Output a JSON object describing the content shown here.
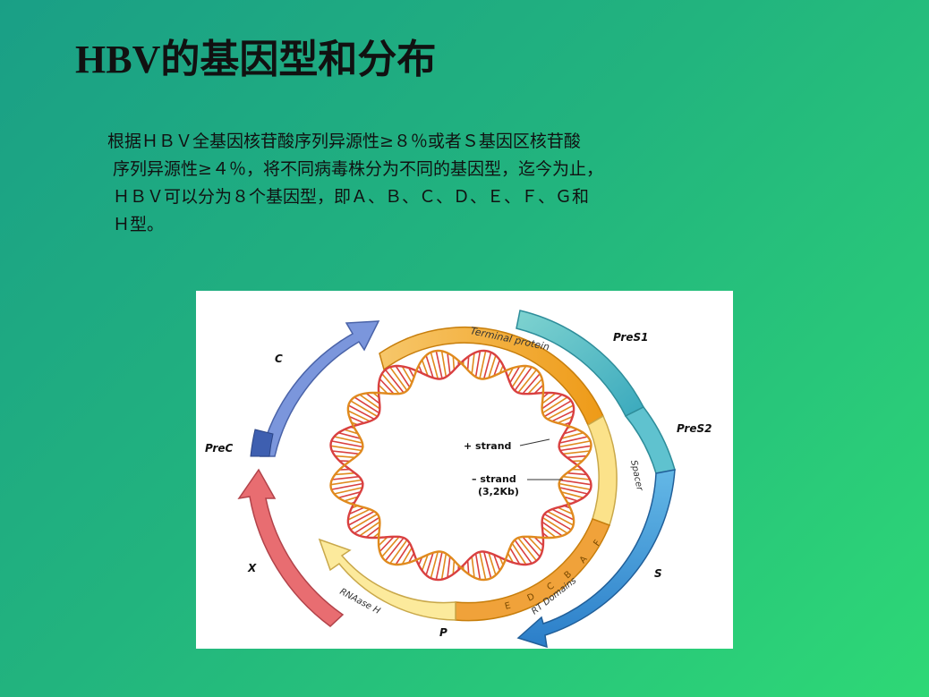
{
  "slide": {
    "title": "HBV的基因型和分布",
    "paragraph_lines": [
      "根据ＨＢＶ全基因核苷酸序列异源性≥８％或者Ｓ基因区核苷酸",
      " 序列异源性≥４％，将不同病毒株分为不同的基因型，迄今为止，",
      " ＨＢＶ可以分为８个基因型，即Ａ、Ｂ、Ｃ、Ｄ、Ｅ、Ｆ、Ｇ和",
      " Ｈ型。"
    ]
  },
  "diagram": {
    "gene_labels": {
      "c": "C",
      "prec": "PreC",
      "x": "X",
      "p": "P",
      "s": "S",
      "pres1": "PreS1",
      "pres2": "PreS2"
    },
    "polymerase_labels": {
      "terminal_protein": "Terminal protein",
      "spacer": "Spacer",
      "rt_domains": "RT Domains",
      "rnaase_h": "RNAase H"
    },
    "rt_subdomains": [
      "F",
      "A",
      "B",
      "C",
      "D",
      "E"
    ],
    "strand_labels": {
      "plus": "+ strand",
      "minus": "– strand",
      "minus_size": "(3,2Kb)"
    },
    "colors": {
      "orange": "#f1a11c",
      "yellow": "#fbe28a",
      "teal": "#4fbfc3",
      "blue": "#3d8fd6",
      "purple_blue": "#6f8fd8",
      "red": "#e0656b",
      "dna_red": "#d94040",
      "dna_orange": "#e08a1e"
    }
  }
}
